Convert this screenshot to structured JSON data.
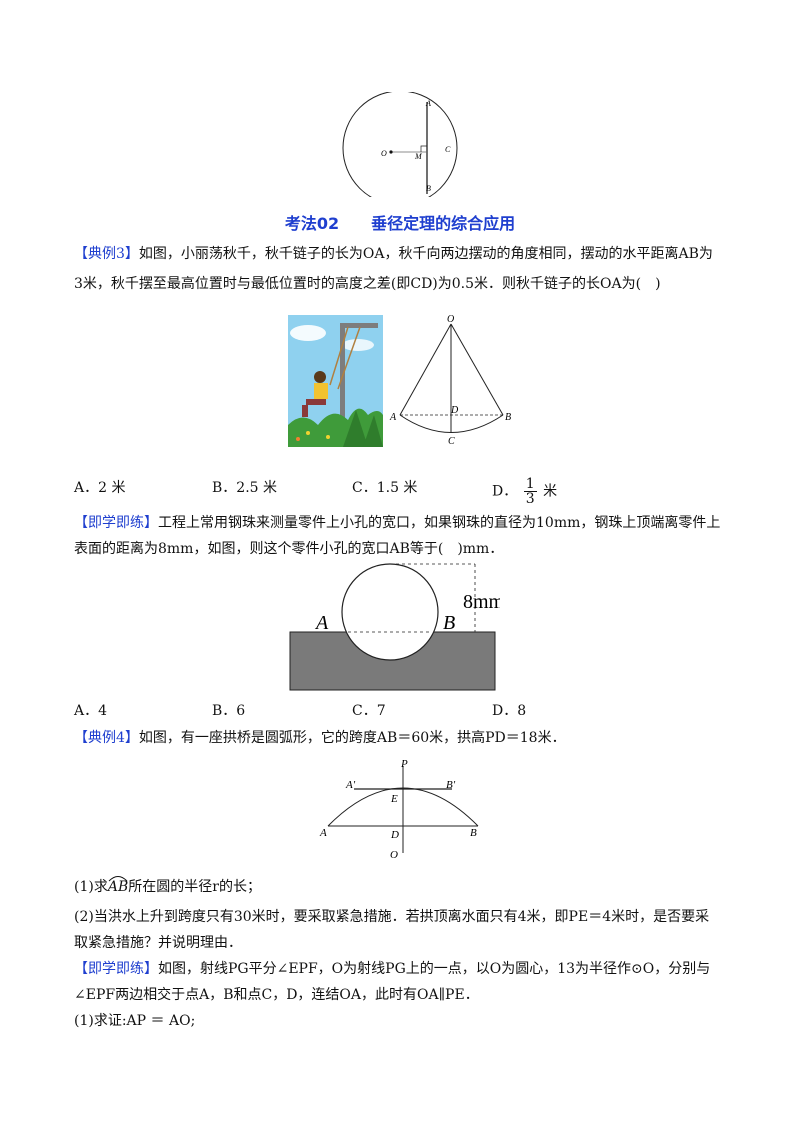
{
  "fig1_labels": {
    "o": "O",
    "a": "A",
    "m": "M",
    "c": "C",
    "b": "B"
  },
  "section_title": "考法02　　垂径定理的综合应用",
  "ex3": {
    "tag": "【典例3】",
    "line1": "如图，小丽荡秋千，秋千链子的长为OA，秋千向两边摆动的角度相同，摆动的水平距离AB为",
    "line2": "3米，秋千摆至最高位置时与最低位置时的高度之差(即CD)为0.5米．则秋千链子的长OA为(　)",
    "fig_labels": {
      "o": "O",
      "a": "A",
      "b": "B",
      "c": "C",
      "d": "D"
    },
    "options": [
      "A．2 米",
      "B．2.5 米",
      "C．1.5 米"
    ],
    "option_d_prefix": "D．",
    "option_d_num": "1",
    "option_d_den": "3",
    "option_d_suffix": "米"
  },
  "prac1": {
    "tag": "【即学即练】",
    "line1": "工程上常用钢珠来测量零件上小孔的宽口，如果钢珠的直径为10mm，钢珠上顶端离零件上",
    "line2": "表面的距离为8mm，如图，则这个零件小孔的宽口AB等于(　)mm．",
    "fig_labels": {
      "dist": "8mm",
      "a": "A",
      "b": "B"
    },
    "options": [
      "A．4",
      "B．6",
      "C．7",
      "D．8"
    ]
  },
  "ex4": {
    "tag": "【典例4】",
    "line1": "如图，有一座拱桥是圆弧形，它的跨度AB＝60米，拱高PD＝18米．",
    "fig_labels": {
      "p": "P",
      "a1": "A′",
      "b1": "B′",
      "e": "E",
      "a": "A",
      "d": "D",
      "b": "B",
      "o": "O"
    },
    "q1_pre": "(1)求",
    "q1_arc": "AB",
    "q1_post": "所在圆的半径r的长；",
    "q2_line1": "(2)当洪水上升到跨度只有30米时，要采取紧急措施．若拱顶离水面只有4米，即PE＝4米时，是否要采",
    "q2_line2": "取紧急措施？并说明理由．"
  },
  "prac2": {
    "tag": "【即学即练】",
    "line1": "如图，射线PG平分∠EPF，O为射线PG上的一点，以O为圆心，13为半径作⊙O，分别与",
    "line2": "∠EPF两边相交于点A，B和点C，D，连结OA，此时有OA∥PE．",
    "q1": "(1)求证:AP ＝ AO;"
  }
}
